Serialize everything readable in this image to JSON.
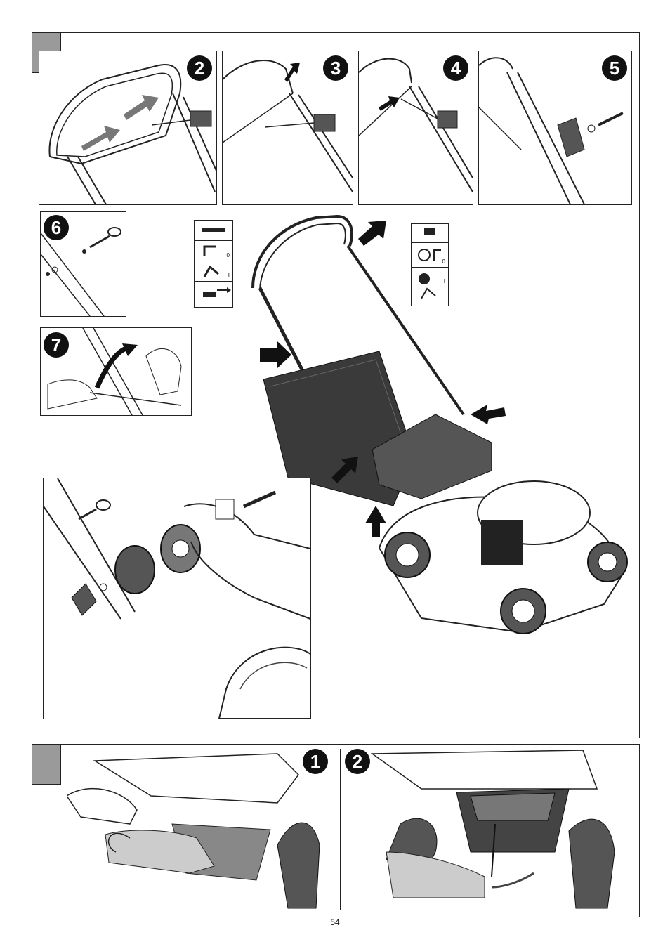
{
  "steps_top": [
    "2",
    "3",
    "4",
    "5",
    "6",
    "7"
  ],
  "steps_bottom": [
    "1",
    "2"
  ],
  "legend_left_marks": [
    "0",
    "I"
  ],
  "legend_right_marks": [
    "0",
    "I"
  ],
  "page_number": "54",
  "colors": {
    "tab_gray": "#9a9a9a",
    "ink": "#111111",
    "grass_bag": "#3a3a3a"
  }
}
